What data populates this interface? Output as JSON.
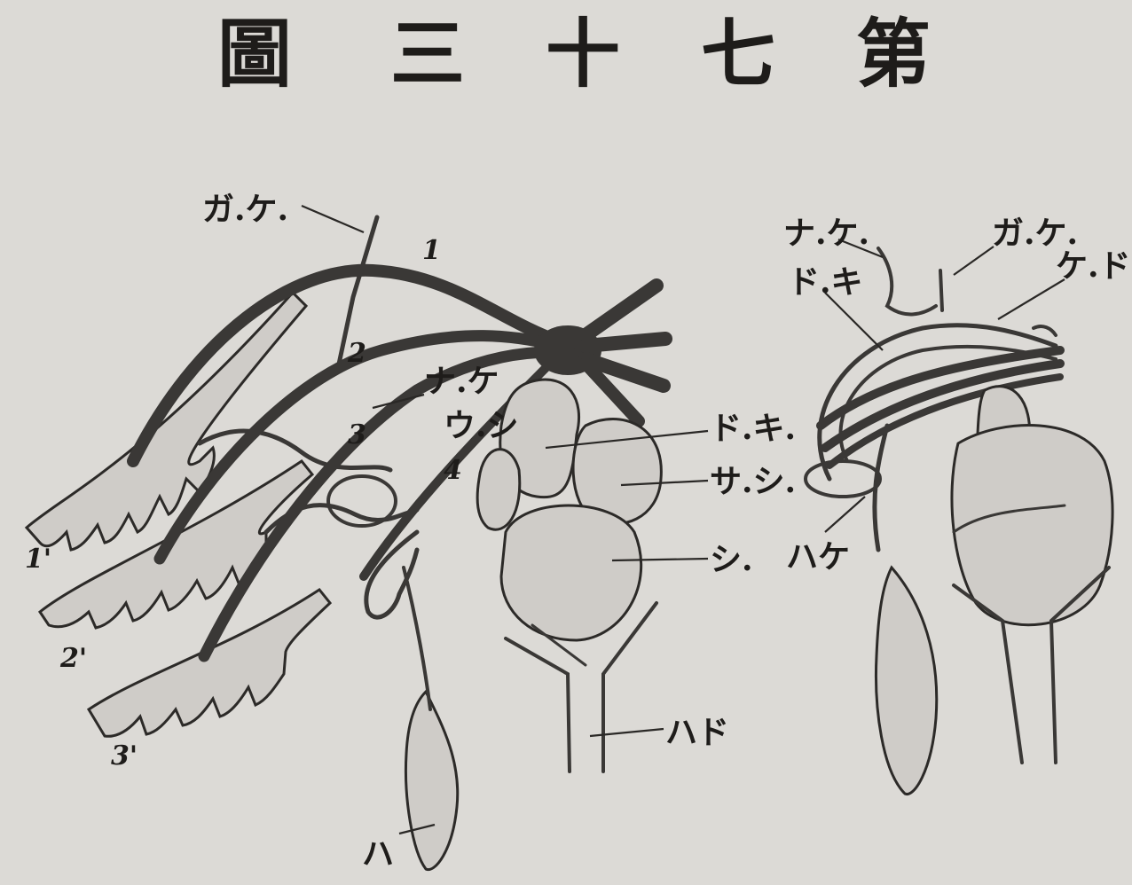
{
  "title": [
    "第",
    "七",
    "十",
    "三",
    "圖"
  ],
  "left_figure": {
    "labels": {
      "ga_ke": "ガ.ケ.",
      "na_ke": "ナ.ケ",
      "u_shi": "ウ.シ",
      "do_ki": "ド.キ.",
      "sa_shi": "サ.シ.",
      "shi": "シ.",
      "ha_do": "ハド",
      "ha": "ハ"
    },
    "numbers": {
      "n1": "1",
      "n2": "2",
      "n3": "3",
      "n4": "4",
      "g1": "1'",
      "g2": "2'",
      "g3": "3'"
    }
  },
  "right_figure": {
    "labels": {
      "na_ke": "ナ.ケ.",
      "ga_ke": "ガ.ケ.",
      "ke_do": "ケ.ド.",
      "do_ki": "ド.キ",
      "ha_ke": "ハケ"
    }
  }
}
